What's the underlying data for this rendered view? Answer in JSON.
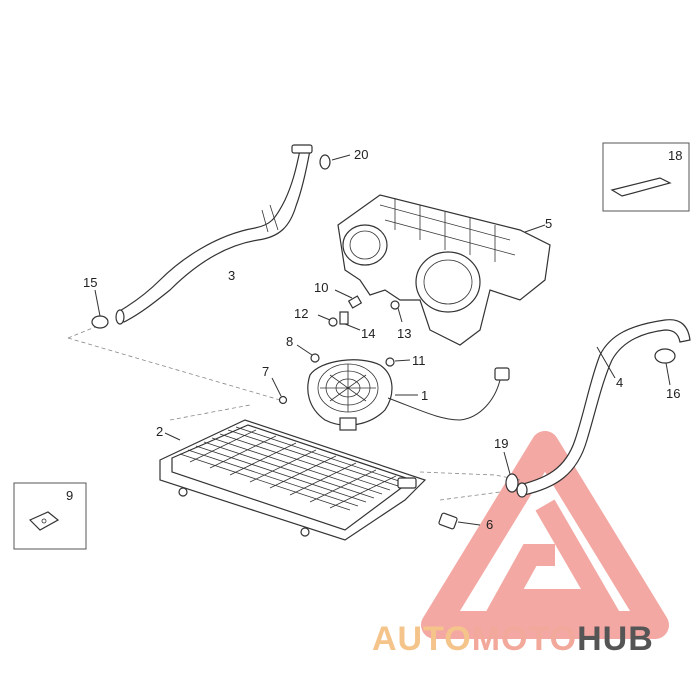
{
  "callouts": [
    {
      "id": "1",
      "text": "1"
    },
    {
      "id": "2",
      "text": "2"
    },
    {
      "id": "3",
      "text": "3"
    },
    {
      "id": "4",
      "text": "4"
    },
    {
      "id": "5",
      "text": "5"
    },
    {
      "id": "6",
      "text": "6"
    },
    {
      "id": "7",
      "text": "7"
    },
    {
      "id": "8",
      "text": "8"
    },
    {
      "id": "9",
      "text": "9"
    },
    {
      "id": "10",
      "text": "10"
    },
    {
      "id": "11",
      "text": "11"
    },
    {
      "id": "12",
      "text": "12"
    },
    {
      "id": "13",
      "text": "13"
    },
    {
      "id": "14",
      "text": "14"
    },
    {
      "id": "15",
      "text": "15"
    },
    {
      "id": "16",
      "text": "16"
    },
    {
      "id": "18",
      "text": "18"
    },
    {
      "id": "19",
      "text": "19"
    },
    {
      "id": "20",
      "text": "20"
    }
  ],
  "watermark": {
    "part1": "AUTO",
    "part2": "MOTO",
    "part3": "HUB",
    "color_light": "#f5c48a",
    "color_mid": "#f2a89a",
    "color_dark": "#555555",
    "logo_color": "#f08c85"
  }
}
